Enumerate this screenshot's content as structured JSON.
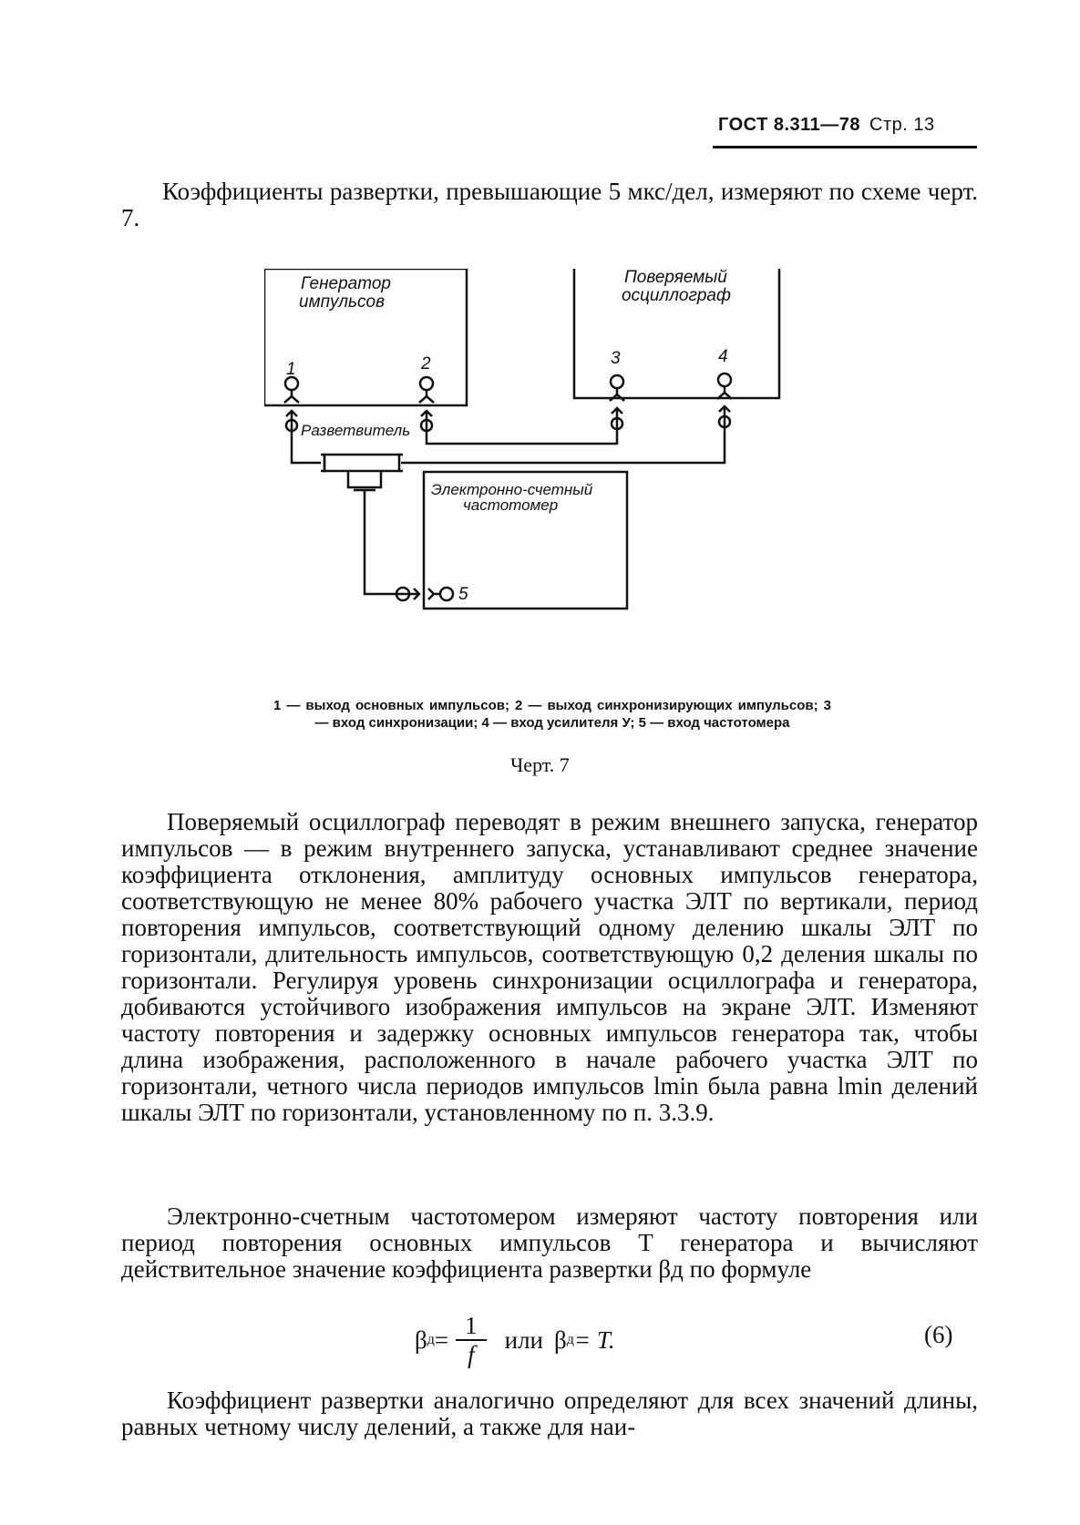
{
  "header": {
    "standard": "ГОСТ 8.311—78",
    "page": "Стр. 13"
  },
  "intro_text": "Коэффициенты развертки, превышающие 5 мкс/дел, измеряют по схеме черт. 7.",
  "diagram": {
    "generator_label_1": "Генератор",
    "generator_label_2": "импульсов",
    "oscillograph_label_1": "Поверяемый",
    "oscillograph_label_2": "осциллограф",
    "counter_label_1": "Электронно-счетный",
    "counter_label_2": "частотомер",
    "splitter_label": "Разветвитель",
    "n1": "1",
    "n2": "2",
    "n3": "3",
    "n4": "4",
    "n5": "5"
  },
  "caption": "1 — выход основных импульсов; 2 — выход синхронизирующих импульсов; 3 — вход синхронизации; 4 — вход усилителя У; 5 — вход частотомера",
  "figure_label": "Черт. 7",
  "paragraph1": "Поверяемый осциллограф переводят в режим внешнего запуска, генератор импульсов — в режим внутреннего запуска, устанавливают среднее значение коэффициента отклонения, амплитуду основных импульсов генератора, соответствующую не менее 80% рабочего участка ЭЛТ по вертикали, период повторения импульсов, соответствующий одному делению шкалы ЭЛТ по горизонтали, длительность импульсов, соответствующую 0,2 деления шкалы по горизонтали. Регулируя уровень синхронизации осциллографа и генератора, добиваются устойчивого изображения импульсов на экране ЭЛТ. Изменяют частоту повторения и задержку основных импульсов генератора так, чтобы длина изображения, расположенного в начале рабочего участка ЭЛТ по горизонтали, четного числа периодов импульсов lmin была равна lmin делений шкалы ЭЛТ по горизонтали, установленному по п. 3.3.9.",
  "paragraph2": "Электронно-счетным частотомером измеряют частоту повторения или период повторения основных импульсов T генератора и вычисляют действительное значение коэффициента развертки βд по формуле",
  "formula": {
    "lhs1": "β",
    "sub": "д",
    "eq": "=",
    "num": "1",
    "den": "f",
    "mid": "или",
    "lhs2": "β",
    "rhs2": "= T.",
    "number": "(6)"
  },
  "paragraph3": "Коэффициент развертки аналогично определяют для всех значений длины, равных четному числу делений, а также для наи-"
}
